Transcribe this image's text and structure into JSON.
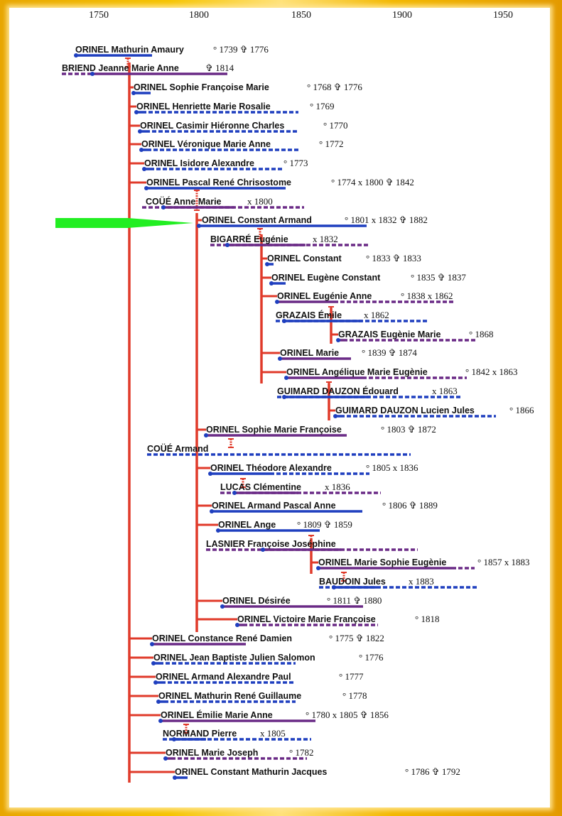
{
  "timeline": {
    "years": [
      "1750",
      "1800",
      "1850",
      "1900",
      "1950"
    ]
  },
  "colors": {
    "male": "#1f3fbf",
    "female": "#6a2a86",
    "descent": "#e03a2a",
    "pointer": "#22ee22"
  },
  "persons": [
    {
      "name": "ORINEL Mathurin Amaury",
      "info": "° 1739 ✞ 1776"
    },
    {
      "name": "BRIEND Jeanne Marie Anne",
      "info": "✞ 1814"
    },
    {
      "name": "ORINEL Sophie Françoise Marie",
      "info": "° 1768 ✞ 1776"
    },
    {
      "name": "ORINEL Henriette Marie Rosalie",
      "info": "° 1769"
    },
    {
      "name": "ORINEL Casimir Hiéronne Charles",
      "info": "° 1770"
    },
    {
      "name": "ORINEL Véronique Marie Anne",
      "info": "° 1772"
    },
    {
      "name": "ORINEL Isidore Alexandre",
      "info": "° 1773"
    },
    {
      "name": "ORINEL Pascal René Chrisostome",
      "info": "° 1774 x 1800 ✞ 1842"
    },
    {
      "name": "COÜÉ Anne Marie",
      "info": "x 1800"
    },
    {
      "name": "ORINEL Constant Armand",
      "info": "° 1801 x 1832 ✞ 1882"
    },
    {
      "name": "BIGARRÉ Eugénie",
      "info": "x 1832"
    },
    {
      "name": "ORINEL Constant",
      "info": "° 1833 ✞ 1833"
    },
    {
      "name": "ORINEL Eugène Constant",
      "info": "° 1835 ✞ 1837"
    },
    {
      "name": "ORINEL Eugénie Anne",
      "info": "° 1838 x 1862"
    },
    {
      "name": "GRAZAIS Émile",
      "info": "x 1862"
    },
    {
      "name": "GRAZAIS Eugènie Marie",
      "info": "° 1868"
    },
    {
      "name": "ORINEL Marie",
      "info": "° 1839 ✞ 1874"
    },
    {
      "name": "ORINEL Angélique Marie Eugènie",
      "info": "° 1842 x 1863"
    },
    {
      "name": "GUIMARD DAUZON Édouard",
      "info": "x 1863"
    },
    {
      "name": "GUIMARD DAUZON Lucien Jules",
      "info": "° 1866"
    },
    {
      "name": "ORINEL Sophie Marie Françoise",
      "info": "° 1803 ✞ 1872"
    },
    {
      "name": "COÜÉ Armand",
      "info": ""
    },
    {
      "name": "ORINEL Théodore Alexandre",
      "info": "° 1805 x 1836"
    },
    {
      "name": "LUCAS Clémentine",
      "info": "x 1836"
    },
    {
      "name": "ORINEL Armand Pascal Anne",
      "info": "° 1806 ✞ 1889"
    },
    {
      "name": "ORINEL Ange",
      "info": "° 1809 ✞ 1859"
    },
    {
      "name": "LASNIER Françoise Joséphine",
      "info": ""
    },
    {
      "name": "ORINEL Marie Sophie Eugènie",
      "info": "° 1857 x 1883"
    },
    {
      "name": "BAUDOIN Jules",
      "info": "x 1883"
    },
    {
      "name": "ORINEL Désirée",
      "info": "° 1811 ✞ 1880"
    },
    {
      "name": "ORINEL Victoire Marie Françoise",
      "info": "° 1818"
    },
    {
      "name": "ORINEL Constance René Damien",
      "info": "° 1775 ✞ 1822"
    },
    {
      "name": "ORINEL Jean Baptiste Julien Salomon",
      "info": "° 1776"
    },
    {
      "name": "ORINEL Armand Alexandre Paul",
      "info": "° 1777"
    },
    {
      "name": "ORINEL Mathurin René Guillaume",
      "info": "° 1778"
    },
    {
      "name": "ORINEL Émilie Marie Anne",
      "info": "° 1780 x 1805 ✞ 1856"
    },
    {
      "name": "NORMAND Pierre",
      "info": "x 1805"
    },
    {
      "name": "ORINEL Marie Joseph",
      "info": "° 1782"
    },
    {
      "name": "ORINEL Constant Mathurin Jacques",
      "info": "° 1786 ✞ 1792"
    }
  ]
}
